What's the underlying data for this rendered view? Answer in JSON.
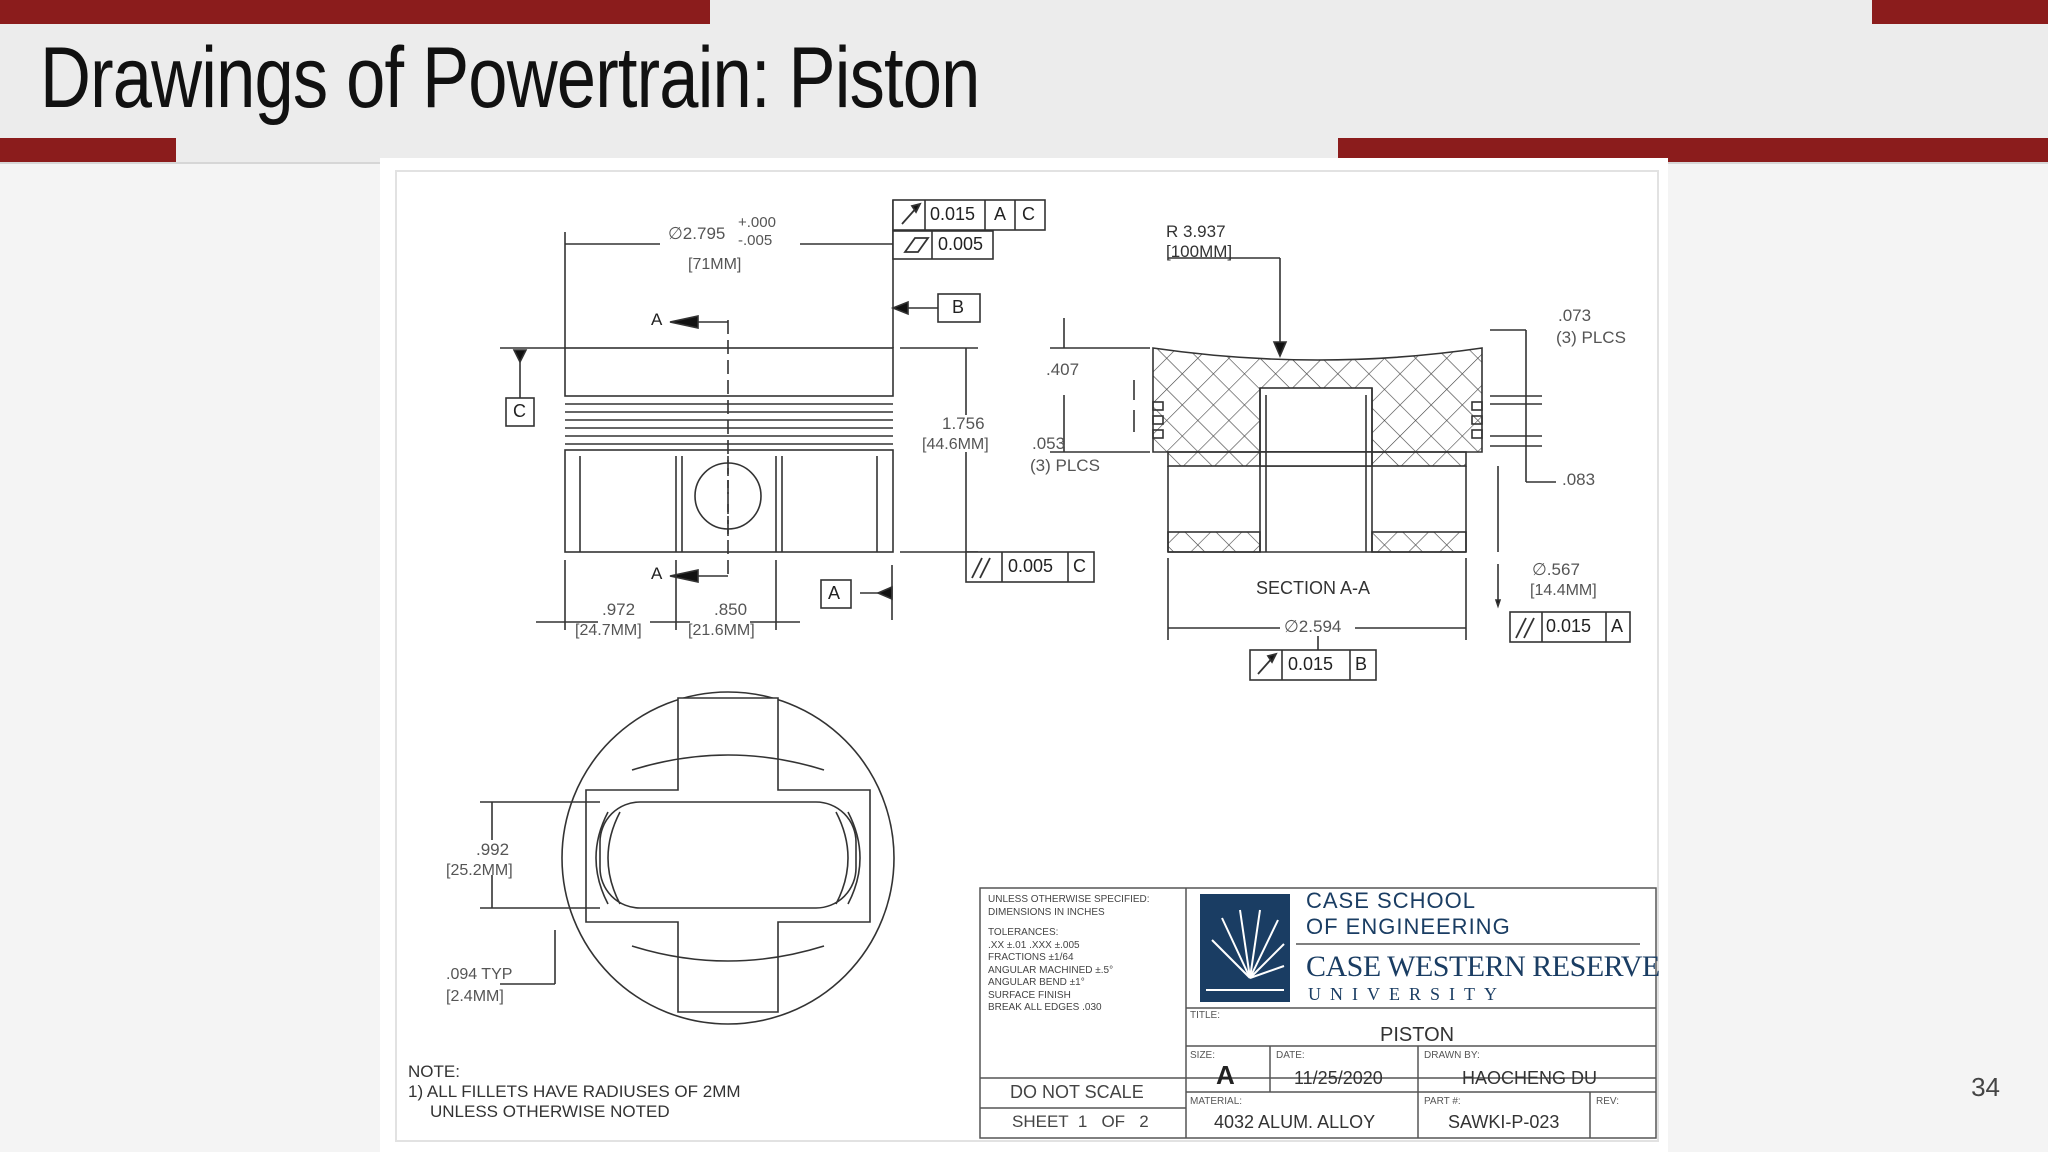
{
  "slide": {
    "title": "Drawings of Powertrain: Piston",
    "page_number": "34"
  },
  "colors": {
    "accent": "#8b1c1c",
    "background": "#ececec",
    "drawing_line": "#333333"
  },
  "front_view": {
    "dia": "∅2.795",
    "dia_tol_plus": "+.000",
    "dia_tol_minus": "-.005",
    "dia_mm": "[71MM]",
    "runout_value": "0.015",
    "runout_ref1": "A",
    "runout_ref2": "C",
    "cyl_value": "0.005",
    "datum_b": "B",
    "datum_c": "C",
    "datum_a": "A",
    "section_mark_top": "A",
    "section_mark_bottom": "A",
    "height": "1.756",
    "height_mm": "[44.6MM]",
    "par_value": "0.005",
    "par_ref": "C",
    "dim_left": ".972",
    "dim_left_mm": "[24.7MM]",
    "dim_right": ".850",
    "dim_right_mm": "[21.6MM]"
  },
  "section_view": {
    "radius": "R 3.937",
    "radius_mm": "[100MM]",
    "groove_top": ".073",
    "groove_top_plcs": "(3) PLCS",
    "dim_407": ".407",
    "dim_053": ".053",
    "dim_053_plcs": "(3) PLCS",
    "dim_083": ".083",
    "label": "SECTION A-A",
    "dia_567": "∅.567",
    "dia_567_mm": "[14.4MM]",
    "par_value": "0.015",
    "par_ref": "A",
    "dia_2594": "∅2.594",
    "runout_value": "0.015",
    "runout_ref": "B"
  },
  "bottom_view": {
    "dim_992": ".992",
    "dim_992_mm": "[25.2MM]",
    "dim_094": ".094 TYP",
    "dim_094_mm": "[2.4MM]"
  },
  "notes": {
    "line1": "NOTE:",
    "line2": "1) ALL FILLETS HAVE RADIUSES OF 2MM",
    "line3": "UNLESS OTHERWISE NOTED"
  },
  "title_block": {
    "spec_lines": [
      "UNLESS OTHERWISE SPECIFIED:",
      "DIMENSIONS IN INCHES",
      "TOLERANCES:",
      ".XX ±.01   .XXX ±.005",
      "FRACTIONS ±1/64",
      "ANGULAR MACHINED ±.5°",
      "ANGULAR BEND ±1°",
      "SURFACE FINISH",
      "BREAK ALL EDGES .030"
    ],
    "school_line1": "CASE SCHOOL",
    "school_line2": "OF ENGINEERING",
    "university": "CASE WESTERN RESERVE",
    "university_sub": "UNIVERSITY",
    "title_label": "TITLE:",
    "title_value": "PISTON",
    "do_not_scale": "DO NOT SCALE",
    "sheet": "SHEET  1   OF   2",
    "size_label": "SIZE:",
    "size_value": "A",
    "date_label": "DATE:",
    "date_value": "11/25/2020",
    "drawn_label": "DRAWN BY:",
    "drawn_value": "HAOCHENG DU",
    "material_label": "MATERIAL:",
    "material_value": "4032 ALUM. ALLOY",
    "part_label": "PART #:",
    "part_value": "SAWKI-P-023",
    "rev_label": "REV:"
  }
}
